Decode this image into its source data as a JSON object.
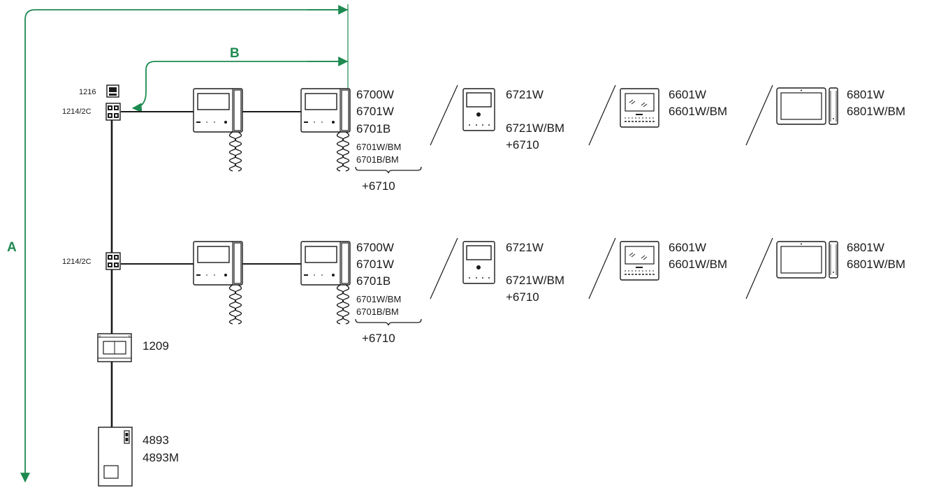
{
  "accent_color": "#1e8a50",
  "dimensions": {
    "a_label": "A",
    "b_label": "B"
  },
  "floor1": {
    "junction_top_label": "1216",
    "junction_label": "1214/2C",
    "monitor_models": [
      "6700W",
      "6701W",
      "6701B"
    ],
    "monitor_variants": [
      "6701W/BM",
      "6701B/BM"
    ],
    "monitor_addon": "+6710",
    "alt_a_models": [
      "6721W",
      "6721W/BM",
      "+6710"
    ],
    "alt_b_models": [
      "6601W",
      "6601W/BM"
    ],
    "alt_c_models": [
      "6801W",
      "6801W/BM"
    ]
  },
  "floor2": {
    "junction_label": "1214/2C",
    "monitor_models": [
      "6700W",
      "6701W",
      "6701B"
    ],
    "monitor_variants": [
      "6701W/BM",
      "6701B/BM"
    ],
    "monitor_addon": "+6710",
    "alt_a_models": [
      "6721W",
      "6721W/BM",
      "+6710"
    ],
    "alt_b_models": [
      "6601W",
      "6601W/BM"
    ],
    "alt_c_models": [
      "6801W",
      "6801W/BM"
    ]
  },
  "power_supply_label": "1209",
  "door_panel_labels": [
    "4893",
    "4893M"
  ],
  "icons": [
    "handset-monitor-icon",
    "handsfree-monitor-icon",
    "touch-monitor-icon",
    "widescreen-monitor-icon",
    "door-panel-icon",
    "power-supply-icon",
    "junction-box-icon"
  ]
}
